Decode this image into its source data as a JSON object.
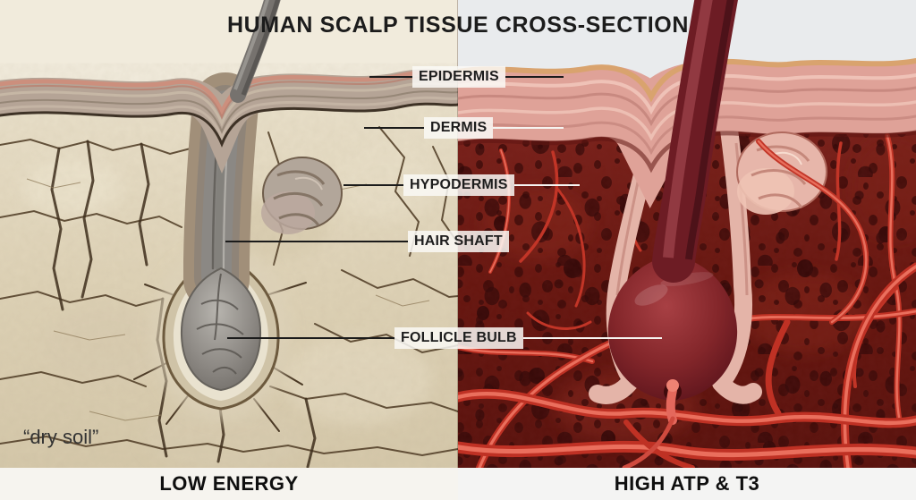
{
  "title": "HUMAN SCALP TISSUE CROSS-SECTION",
  "annotations": {
    "epidermis": "EPIDERMIS",
    "dermis": "DERMIS",
    "hypodermis": "HYPODERMIS",
    "hair_shaft": "HAIR SHAFT",
    "follicle_bulb": "FOLLICLE BULB"
  },
  "left_panel": {
    "caption": "“dry soil”",
    "footer_label": "LOW ENERGY"
  },
  "right_panel": {
    "footer_label": "HIGH ATP & T3"
  },
  "colors": {
    "left_background": "#f1ebdc",
    "left_tissue": "#ded2b6",
    "left_hair": "#8b8884",
    "right_background": "#e9ebed",
    "right_tissue": "#6d1a15",
    "right_epidermis": "#dfa298",
    "vessel_red": "#c9372a",
    "label_text": "#1d1d1d",
    "footer_background": "#f5f4f0"
  }
}
